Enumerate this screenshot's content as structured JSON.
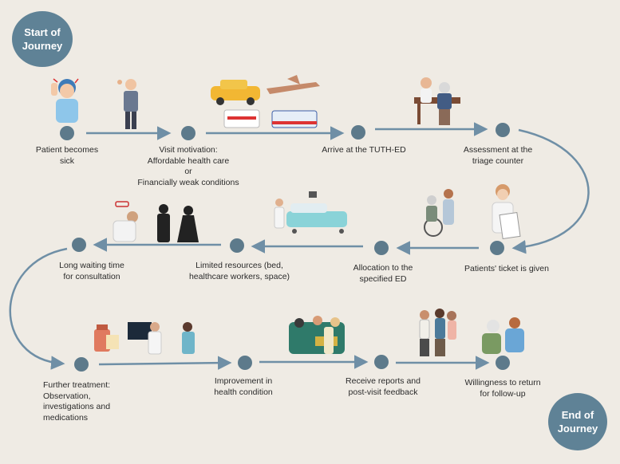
{
  "start_badge": "Start of\nJourney",
  "end_badge": "End of\nJourney",
  "colors": {
    "background": "#efebe4",
    "badge": "#5f8296",
    "arrow": "#6f8fa6",
    "node": "#5d7a8b"
  },
  "steps": [
    {
      "label": "Patient becomes\nsick",
      "icon": "sick-person-icon"
    },
    {
      "label": "Visit motivation:\nAffordable health care\nor\nFinancially weak conditions",
      "icon": "worried-man-icon"
    },
    {
      "label": "Arrive at the TUTH-ED",
      "icon": "transport-icon"
    },
    {
      "label": "Assessment at the\ntriage counter",
      "icon": "triage-doctor-icon"
    },
    {
      "label": "Patients' ticket is given",
      "icon": "nurse-ticket-icon"
    },
    {
      "label": "Allocation to the\nspecified ED",
      "icon": "wheelchair-icon"
    },
    {
      "label": "Limited resources (bed,\nhealthcare workers, space)",
      "icon": "hospital-bed-icon"
    },
    {
      "label": "Long waiting time\nfor consultation",
      "icon": "exhausted-people-icon"
    },
    {
      "label": "Further treatment:\nObservation,\ninvestigations and\nmedications",
      "icon": "treatment-icon"
    },
    {
      "label": "Improvement in\nhealth condition",
      "icon": "improvement-icon"
    },
    {
      "label": "Receive reports and\npost-visit feedback",
      "icon": "reports-group-icon"
    },
    {
      "label": "Willingness to return\nfor follow-up",
      "icon": "follow-up-icon"
    }
  ]
}
